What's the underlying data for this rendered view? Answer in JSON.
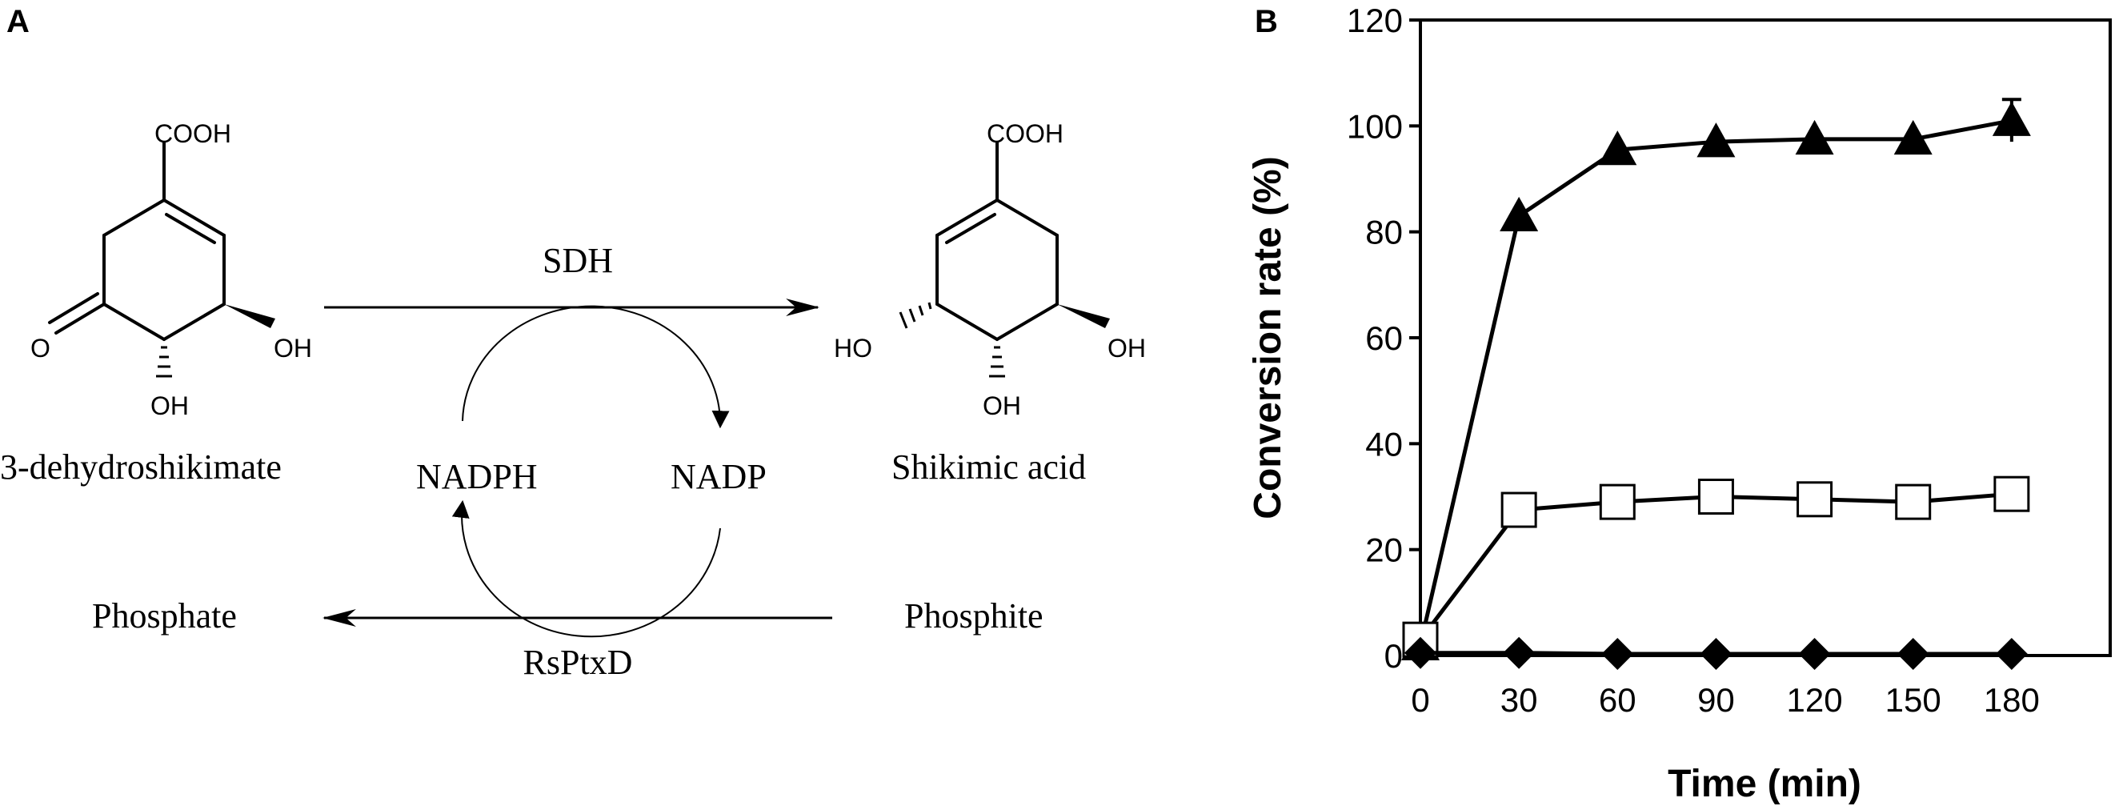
{
  "panel_a": {
    "label": "A",
    "substrate": {
      "name": "3-dehydroshikimate",
      "cooh": "COOH",
      "oxo": "O",
      "oh_right": "OH",
      "oh_bottom": "OH"
    },
    "product": {
      "name": "Shikimic acid",
      "cooh": "COOH",
      "oh_left": "HO",
      "oh_right": "OH",
      "oh_bottom": "OH"
    },
    "enzyme_top": "SDH",
    "enzyme_bottom": "RsPtxD",
    "cofactor_left": "NADPH",
    "cofactor_right": "NADP",
    "reagent_left": "Phosphate",
    "reagent_right": "Phosphite"
  },
  "panel_b": {
    "label": "B"
  },
  "chart_data": {
    "type": "line",
    "xlabel": "Time (min)",
    "ylabel": "Conversion rate (%)",
    "x": [
      0,
      30,
      60,
      90,
      120,
      150,
      180
    ],
    "xlim": [
      0,
      210
    ],
    "ylim": [
      0,
      120
    ],
    "xticks": [
      0,
      30,
      60,
      90,
      120,
      150,
      180
    ],
    "yticks": [
      0,
      20,
      40,
      60,
      80,
      100,
      120
    ],
    "grid": false,
    "legend": "none",
    "series": [
      {
        "marker": "filled-triangle",
        "values": [
          2,
          83,
          95.5,
          97,
          97.5,
          97.5,
          101
        ],
        "error": [
          0,
          0,
          0,
          0,
          0,
          0,
          4
        ]
      },
      {
        "marker": "open-square",
        "values": [
          3,
          27.5,
          29,
          30,
          29.5,
          29,
          30.5
        ]
      },
      {
        "marker": "filled-diamond",
        "values": [
          0.5,
          0.5,
          0.3,
          0.3,
          0.3,
          0.3,
          0.3
        ]
      }
    ]
  }
}
